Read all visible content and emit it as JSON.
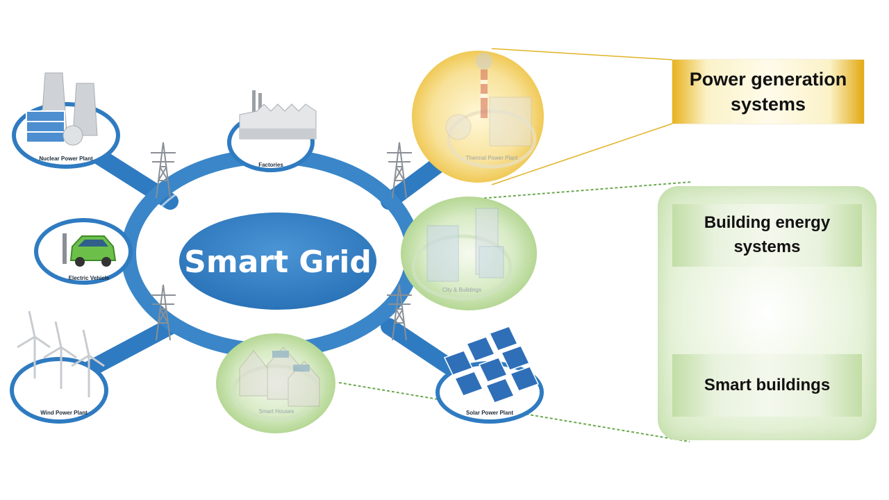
{
  "diagram": {
    "center_title": "Smart Grid",
    "nodes": {
      "nuclear": "Nuclear Power Plant",
      "factories": "Factories",
      "thermal": "Thermal Power Plant",
      "ev": "Electric Vehicle",
      "city": "City & Buildings",
      "wind": "Wind Power Plant",
      "houses": "Smart Houses",
      "solar": "Solar Power Plant"
    },
    "callouts": {
      "power_generation": "Power generation systems",
      "building_energy": "Building energy systems",
      "smart_buildings": "Smart buildings"
    },
    "colors": {
      "grid_blue": "#2f7bc1",
      "ring_blue": "#3a86c8",
      "gold_highlight": "#f2cf5b",
      "green_highlight": "#b9d99b",
      "arrow_green": "#5e9a3c"
    }
  }
}
